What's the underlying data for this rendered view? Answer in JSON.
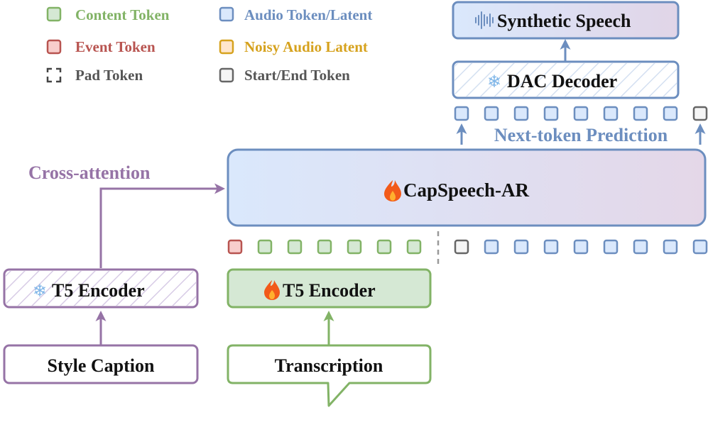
{
  "legend": {
    "content_token": "Content Token",
    "event_token": "Event Token",
    "pad_token": "Pad Token",
    "audio_token": "Audio Token/Latent",
    "noisy_audio": "Noisy Audio Latent",
    "start_end_token": "Start/End Token"
  },
  "boxes": {
    "synthetic_speech": "Synthetic Speech",
    "dac_decoder": "DAC Decoder",
    "capspeech_ar": "CapSpeech-AR",
    "t5_frozen": "T5 Encoder",
    "t5_trainable": "T5 Encoder",
    "style_caption": "Style Caption",
    "transcription": "Transcription"
  },
  "labels": {
    "next_token_prediction": "Next-token Prediction",
    "cross_attention": "Cross-attention"
  },
  "icons": {
    "frozen": "snowflake-icon",
    "trainable": "fire-icon",
    "waveform": "waveform-icon"
  },
  "colors": {
    "content": "#82b366",
    "event": "#b85450",
    "audio": "#6c8ebf",
    "noisy": "#d6a21e",
    "start_end": "#666666",
    "purple": "#9673a6",
    "green": "#82b366",
    "blue": "#6c8ebf"
  }
}
